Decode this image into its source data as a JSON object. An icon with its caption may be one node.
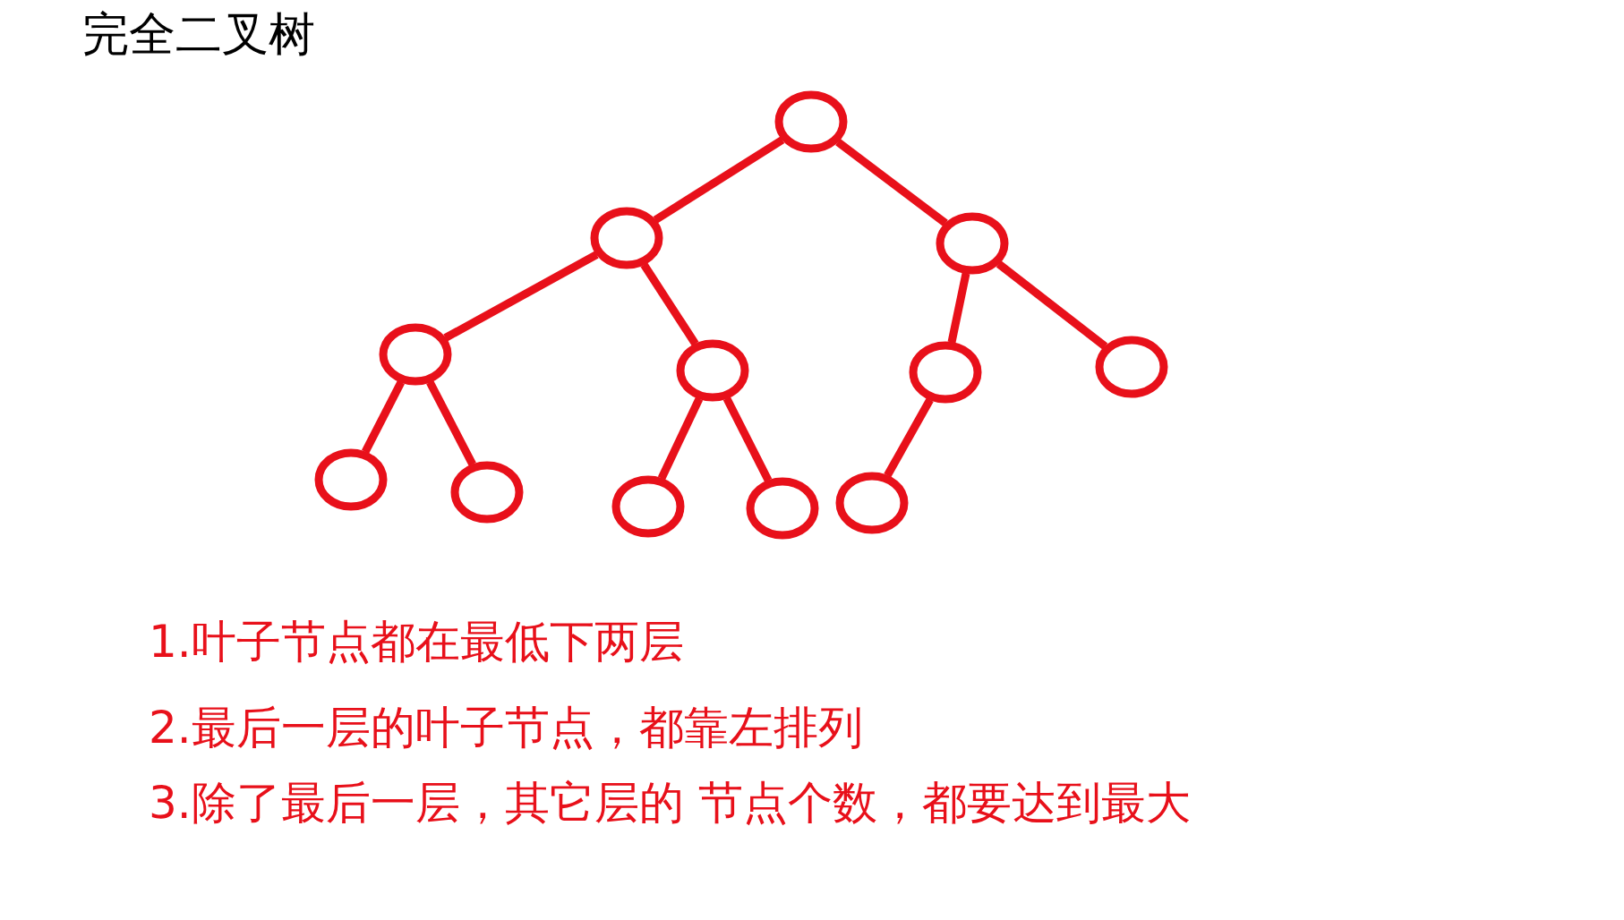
{
  "diagram": {
    "title": "完全二叉树",
    "nodes": [
      {
        "text": [],
        "shape": "circle"
      },
      {
        "text": [],
        "shape": "circle"
      },
      {
        "text": [],
        "shape": "circle"
      },
      {
        "text": [],
        "shape": "circle"
      },
      {
        "text": [],
        "shape": "circle"
      },
      {
        "text": [],
        "shape": "circle"
      },
      {
        "text": [],
        "shape": "circle"
      },
      {
        "text": [],
        "shape": "circle"
      },
      {
        "text": [],
        "shape": "circle"
      },
      {
        "text": [],
        "shape": "circle"
      },
      {
        "text": [],
        "shape": "circle"
      },
      {
        "text": [],
        "shape": "circle"
      }
    ],
    "edges": [
      {
        "from": 0,
        "to": 1,
        "arrow": "none"
      },
      {
        "from": 0,
        "to": 2,
        "arrow": "none"
      },
      {
        "from": 1,
        "to": 3,
        "arrow": "none"
      },
      {
        "from": 1,
        "to": 4,
        "arrow": "none"
      },
      {
        "from": 2,
        "to": 5,
        "arrow": "none"
      },
      {
        "from": 2,
        "to": 6,
        "arrow": "none"
      },
      {
        "from": 3,
        "to": 7,
        "arrow": "none"
      },
      {
        "from": 3,
        "to": 8,
        "arrow": "none"
      },
      {
        "from": 4,
        "to": 9,
        "arrow": "none"
      },
      {
        "from": 4,
        "to": 10,
        "arrow": "none"
      },
      {
        "from": 5,
        "to": 11,
        "arrow": "none"
      }
    ],
    "labels": [
      "1.叶子节点都在最低下两层",
      "2.最后一层的叶子节点，都靠左排列",
      "3.除了最后一层，其它层的 节点个数，都要达到最大"
    ]
  }
}
